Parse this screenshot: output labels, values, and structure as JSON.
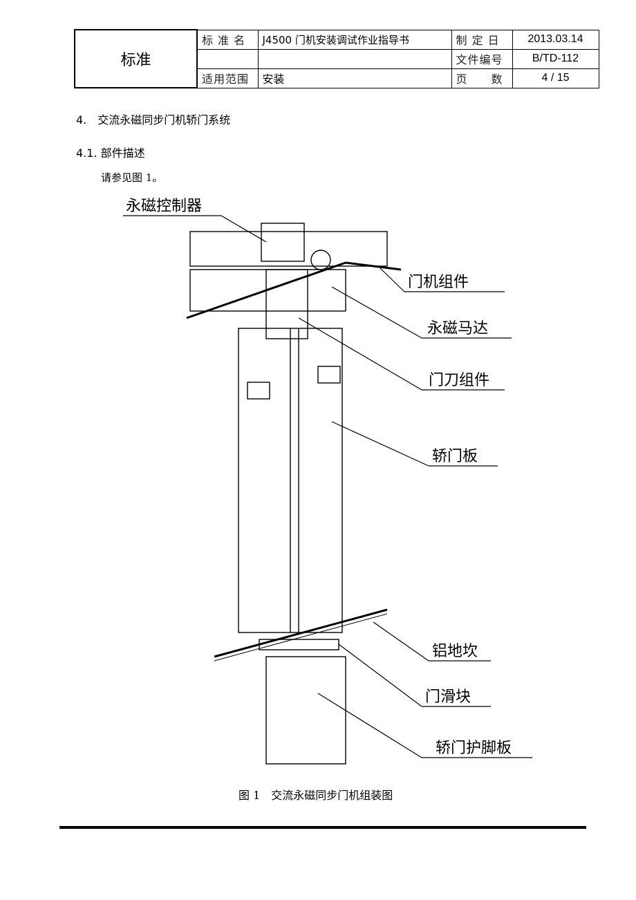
{
  "header": {
    "brand": "标准",
    "row1": {
      "label1": "标 准 名",
      "value1": "J4500 门机安装调试作业指导书",
      "label2": "制 定 日",
      "value2": "2013.03.14"
    },
    "row2": {
      "label2": "文件编号",
      "value2": "B/TD-112"
    },
    "row3": {
      "label1": "适用范围",
      "value1": "安装",
      "label2": "页　　数",
      "value2": "4 / 15"
    }
  },
  "section": {
    "heading": "4.　交流永磁同步门机轿门系统",
    "subheading": "4.1. 部件描述",
    "body": "请参见图 1。"
  },
  "figure": {
    "callouts": [
      "永磁控制器",
      "门机组件",
      "永磁马达",
      "门刀组件",
      "轿门板",
      "铝地坎",
      "门滑块",
      "轿门护脚板"
    ],
    "caption": "图 1　交流永磁同步门机组装图"
  }
}
